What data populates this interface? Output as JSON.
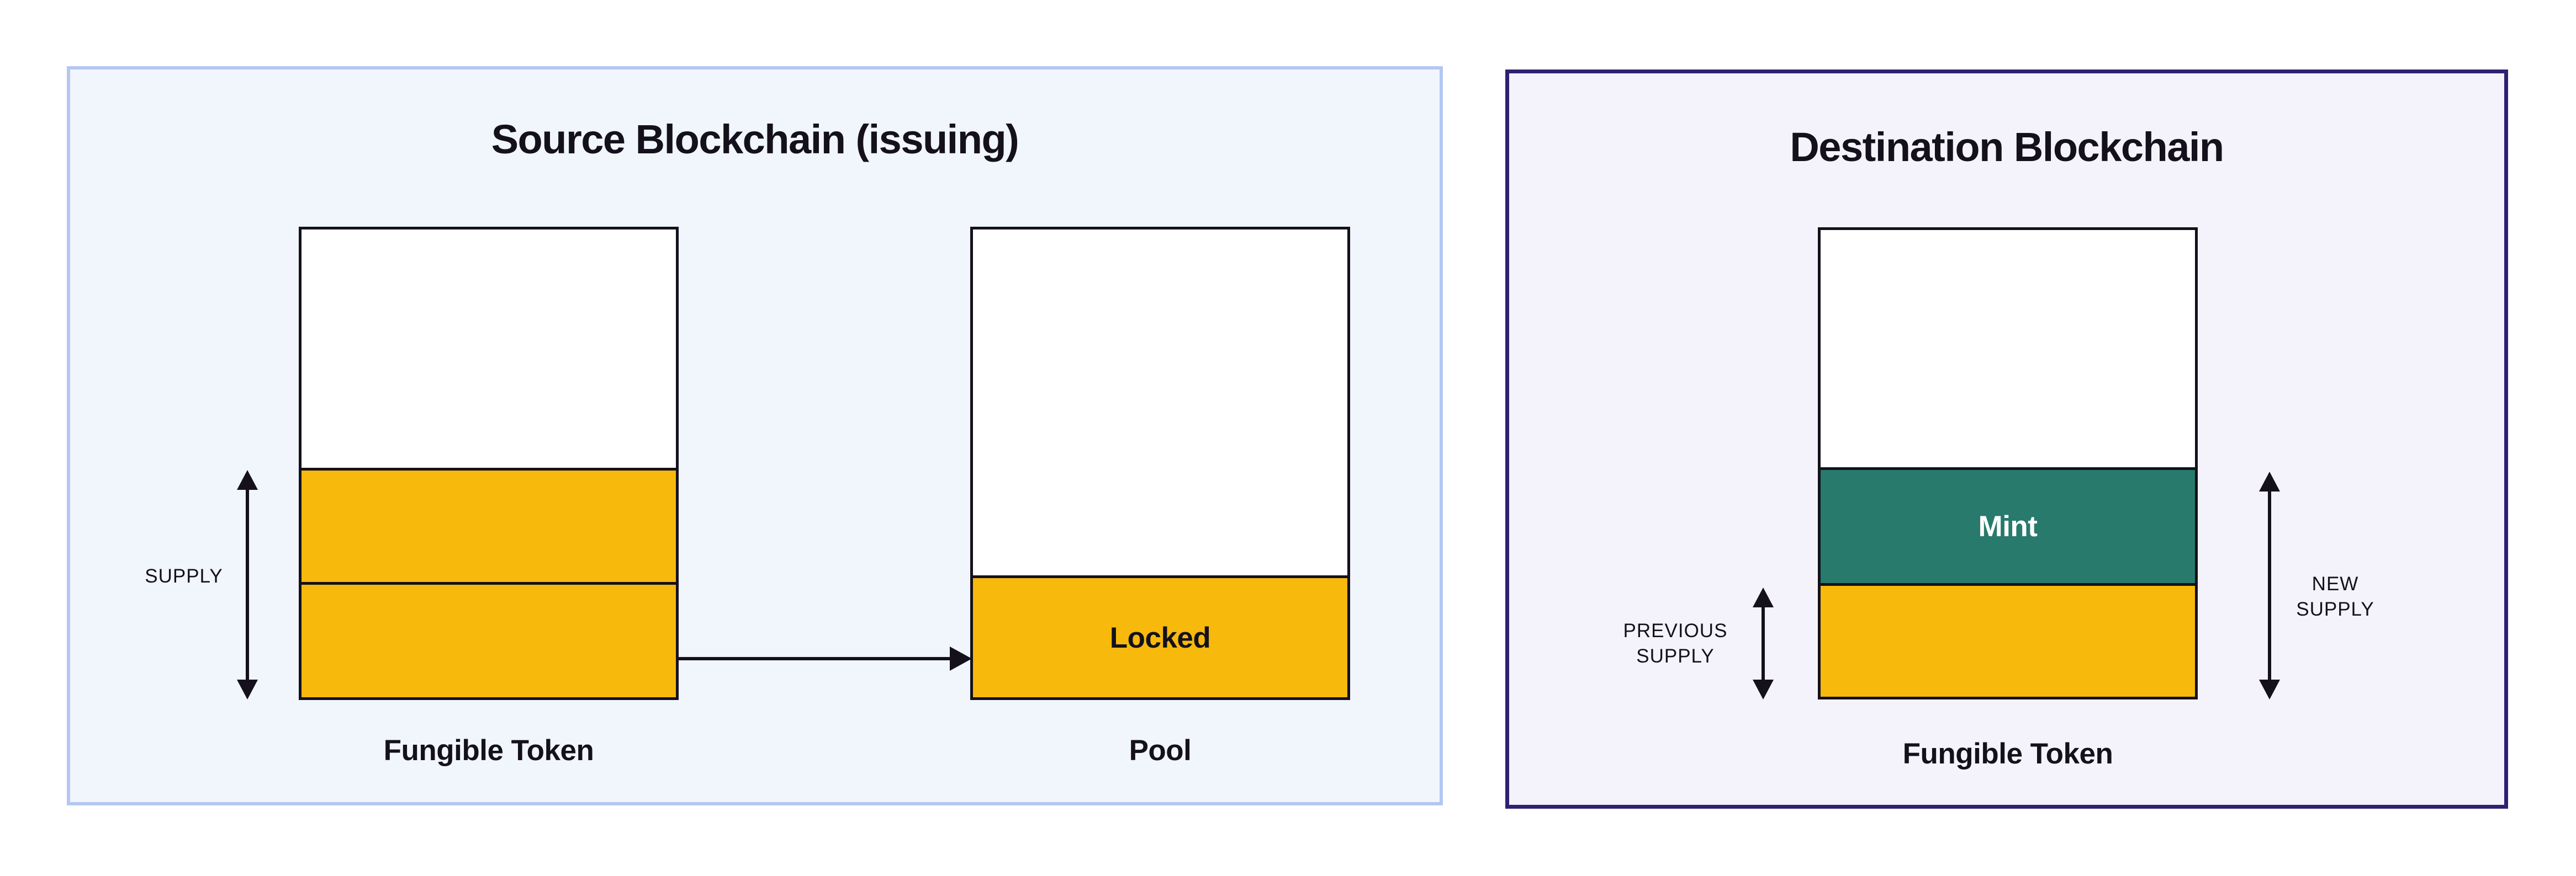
{
  "diagram": {
    "source_panel": {
      "title": "Source Blockchain (issuing)",
      "supply_arrow_label": "SUPPLY",
      "fungible_token_bar": {
        "label": "Fungible Token"
      },
      "pool_bar": {
        "label": "Pool",
        "locked_section_label": "Locked"
      }
    },
    "destination_panel": {
      "title": "Destination Blockchain",
      "previous_supply_label": {
        "line1": "PREVIOUS",
        "line2": "SUPPLY"
      },
      "new_supply_label": {
        "line1": "NEW",
        "line2": "SUPPLY"
      },
      "fungible_token_bar": {
        "label": "Fungible Token",
        "mint_section_label": "Mint"
      }
    },
    "colors": {
      "source_panel_bg": "#F1F5FC",
      "source_panel_border": "#B4C7F2",
      "destination_panel_bg": "#F4F3FB",
      "destination_panel_border": "#2D2172",
      "token_yellow": "#F6B90C",
      "mint_teal": "#287A6D",
      "ink": "#14111C",
      "bar_bg": "#FFFFFF",
      "mint_text": "#FFFFFF"
    }
  }
}
